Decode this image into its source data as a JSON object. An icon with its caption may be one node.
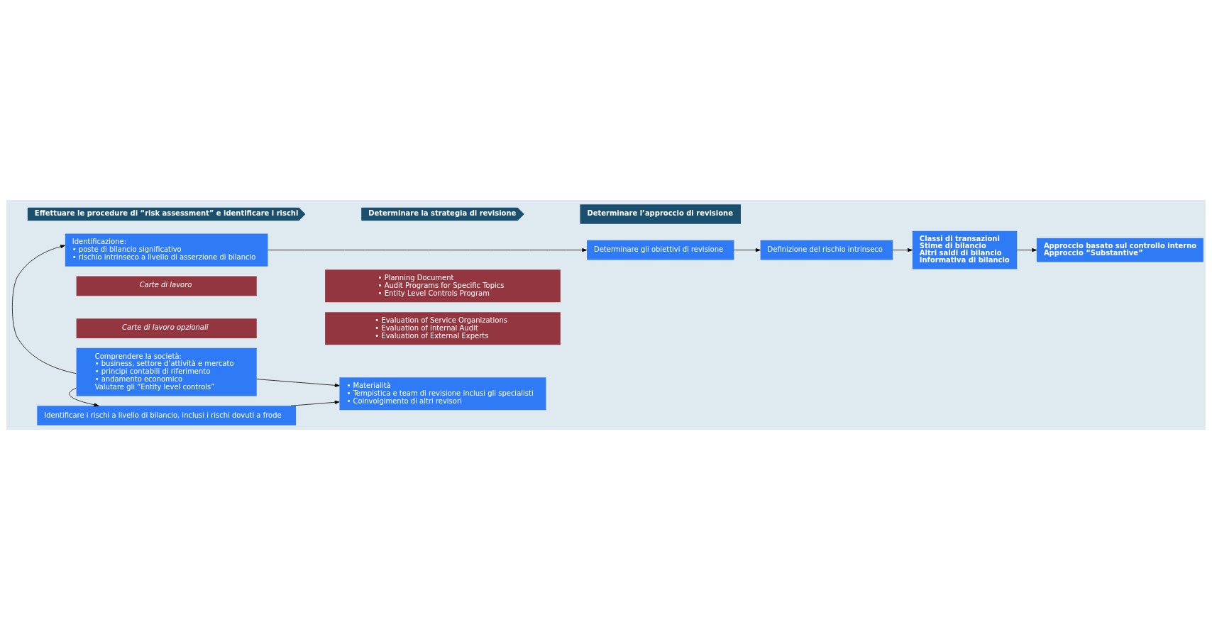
{
  "diagram": {
    "nodes": [
      {
        "text": [
          "Effettuare le procedure di “risk assessment” e identificare i rischi"
        ]
      },
      {
        "text": [
          "Determinare la strategia di revisione"
        ]
      },
      {
        "text": [
          "Determinare l’approccio di revisione"
        ]
      },
      {
        "text": [
          "Comprendere la società:",
          "• business, settore d’attività e mercato",
          "• principi contabili di riferimento",
          "• andamento economico",
          "Valutare gli “Entity level controls”"
        ]
      },
      {
        "text": [
          "Identificare i rischi a livello di bilancio, inclusi i rischi dovuti a frode"
        ]
      },
      {
        "text": [
          "Identificazione:",
          "• poste di bilancio significativo",
          "• rischio intrinseco a livello di asserzione di bilancio"
        ]
      },
      {
        "text": [
          "• Materialità",
          "• Tempistica e team di revisione inclusi gli specialisti",
          "• Coinvolgimento di altri revisori"
        ]
      },
      {
        "text": [
          "Determinare gli obiettivi di revisione"
        ]
      },
      {
        "text": [
          "Definizione del rischio intrinseco"
        ]
      },
      {
        "text": [
          "Classi di transazioni",
          "Stime di bilancio",
          "Altri saldi di bilancio",
          "Informativa di bilancio"
        ]
      },
      {
        "text": [
          "Approccio basato sul controllo interno",
          "Approccio “Substantive”"
        ]
      },
      {
        "text": [
          "Carte di lavoro"
        ]
      },
      {
        "text": [
          "• Planning Document",
          "• Audit Programs for Specific Topics",
          "• Entity Level Controls Program"
        ]
      },
      {
        "text": [
          "Carte di lavoro opzionali"
        ]
      },
      {
        "text": [
          "• Evaluation of Service Organizations",
          "• Evaluation of Internal Audit",
          "• Evaluation of External Experts"
        ]
      }
    ],
    "edges": [
      {
        "from": 3,
        "to": 6,
        "arrow": "to"
      },
      {
        "from": 3,
        "to": 4,
        "arrow": "to"
      },
      {
        "from": 3,
        "to": 5,
        "arrow": "to"
      },
      {
        "from": 4,
        "to": 6,
        "arrow": "to"
      },
      {
        "from": 5,
        "to": 7,
        "arrow": "to"
      },
      {
        "from": 7,
        "to": 8,
        "arrow": "to"
      },
      {
        "from": 8,
        "to": 9,
        "arrow": "to"
      },
      {
        "from": 9,
        "to": 10,
        "arrow": "to"
      }
    ]
  }
}
